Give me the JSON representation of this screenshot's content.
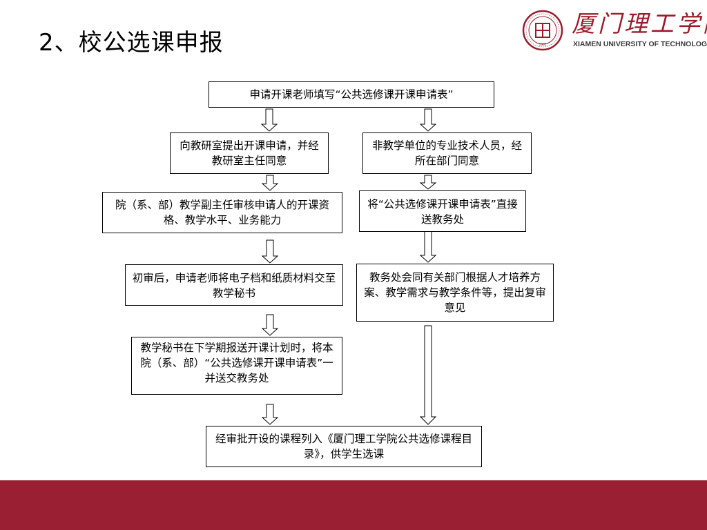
{
  "title": "2、校公选课申报",
  "logo": {
    "cn_name": "厦门理工学院",
    "en_name": "XIAMEN UNIVERSITY OF TECHNOLOGY",
    "seal_text": "理厦工門",
    "seal_year": "1981"
  },
  "flowchart": {
    "top": "申请开课老师填写“公共选修课开课申请表”",
    "left": [
      "向教研室提出开课申请，并经教研室主任同意",
      "院（系、部）教学副主任审核申请人的开课资格、教学水平、业务能力",
      "初审后，申请老师将电子档和纸质材料交至教学秘书",
      "教学秘书在下学期报送开课计划时，将本院（系、部）“公共选修课开课申请表”一并送交教务处"
    ],
    "right": [
      "非教学单位的专业技术人员，经所在部门同意",
      "将“公共选修课开课申请表”直接送教务处",
      "教务处会同有关部门根据人才培养方案、教学需求与教学条件等，提出复审意见"
    ],
    "bottom": "经审批开设的课程列入《厦门理工学院公共选修课程目录》，供学生选课"
  },
  "colors": {
    "brand_red": "#9b1f33",
    "logo_red": "#9b1b2a"
  }
}
